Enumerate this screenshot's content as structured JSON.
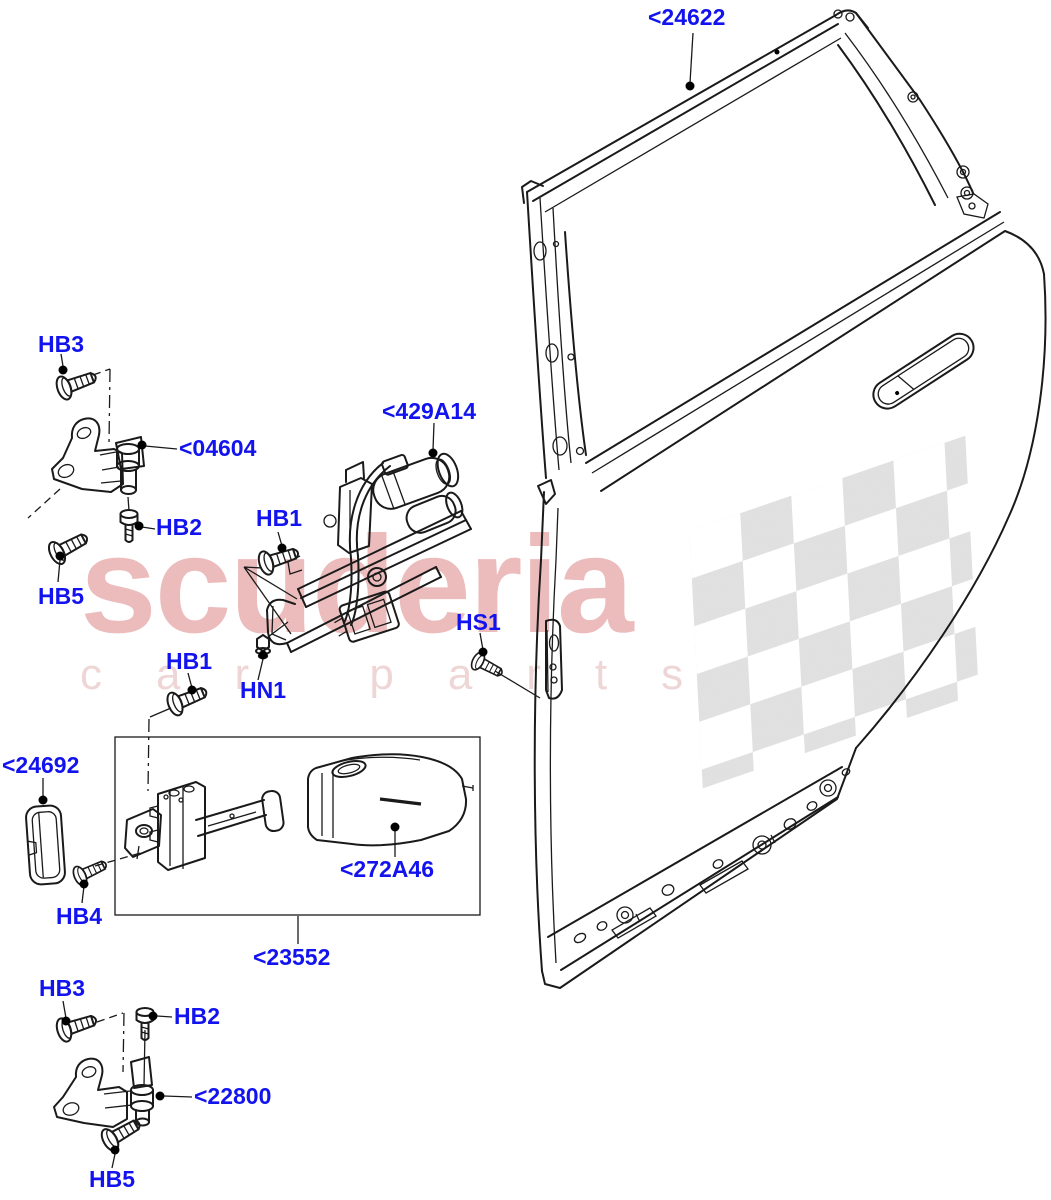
{
  "watermark": {
    "brand": "scuderia",
    "sub": "car parts"
  },
  "colors": {
    "label_blue": "#1213ee",
    "line_black": "#1a1a1a",
    "watermark_pink": "#d25f5f",
    "watermark_sub_pink": "#cd8282",
    "flag_gray": "#afafaf",
    "background": "#ffffff"
  },
  "labels": [
    {
      "id": "24622",
      "text": "<24622"
    },
    {
      "id": "hb3-upper",
      "text": "HB3"
    },
    {
      "id": "04604",
      "text": "<04604"
    },
    {
      "id": "hb2-upper",
      "text": "HB2"
    },
    {
      "id": "hb5-upper",
      "text": "HB5"
    },
    {
      "id": "429a14",
      "text": "<429A14"
    },
    {
      "id": "hb1-upper",
      "text": "HB1"
    },
    {
      "id": "hs1",
      "text": "HS1"
    },
    {
      "id": "hn1",
      "text": "HN1"
    },
    {
      "id": "hb1-lower",
      "text": "HB1"
    },
    {
      "id": "24692",
      "text": "<24692"
    },
    {
      "id": "hb4",
      "text": "HB4"
    },
    {
      "id": "272a46",
      "text": "<272A46"
    },
    {
      "id": "23552",
      "text": "<23552"
    },
    {
      "id": "hb3-lower",
      "text": "HB3"
    },
    {
      "id": "hb2-lower",
      "text": "HB2"
    },
    {
      "id": "22800",
      "text": "<22800"
    },
    {
      "id": "hb5-lower",
      "text": "HB5"
    }
  ]
}
